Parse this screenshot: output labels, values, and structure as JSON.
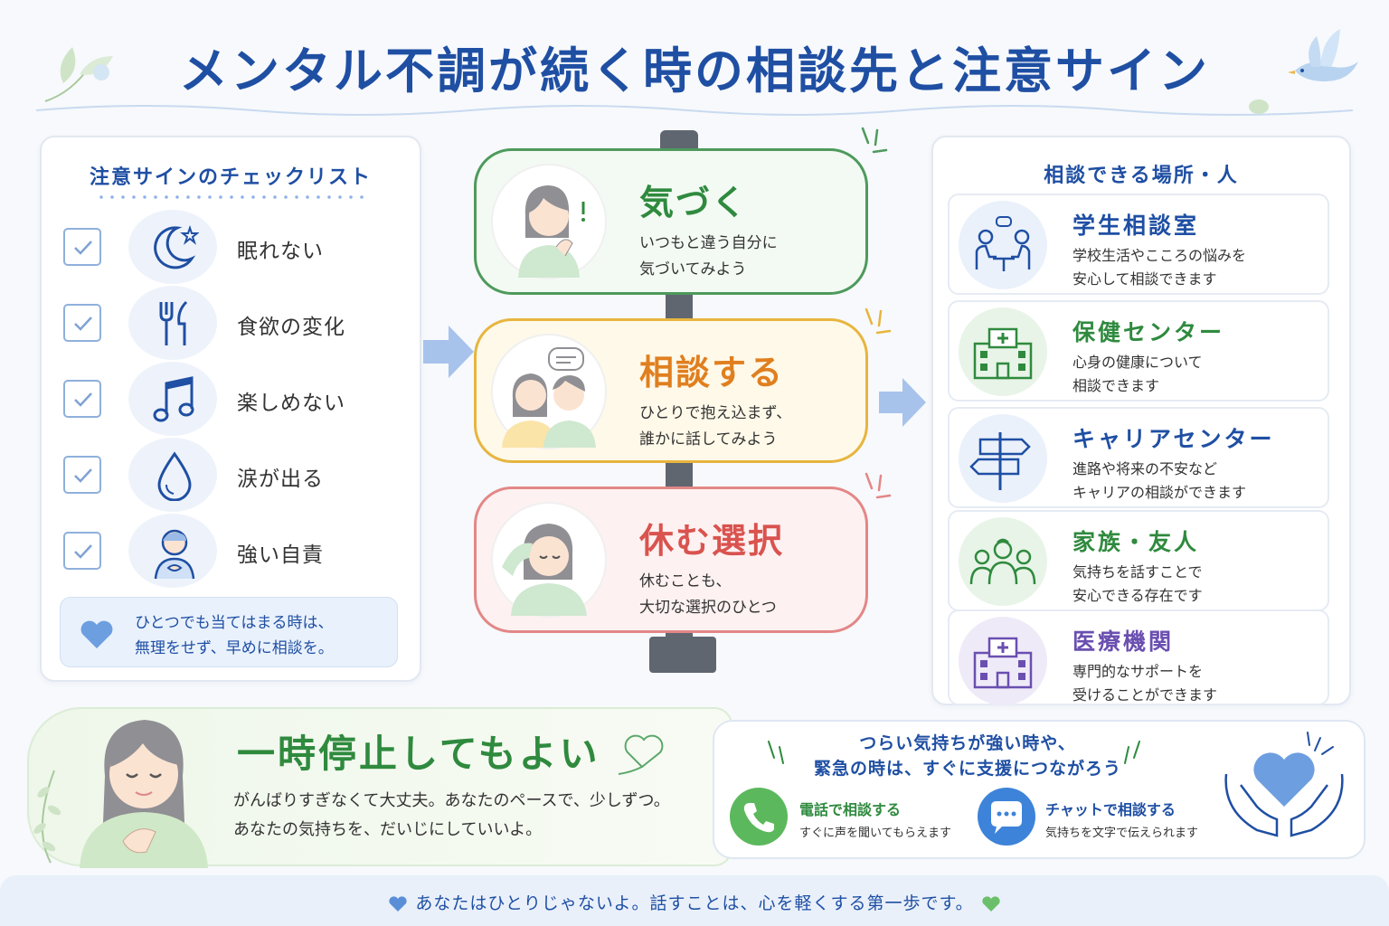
{
  "title": "メンタル不調が続く時の相談先と注意サイン",
  "checklist": {
    "heading": "注意サインのチェックリスト",
    "items": [
      {
        "label": "眠れない",
        "icon": "moon-star-icon"
      },
      {
        "label": "食欲の変化",
        "icon": "fork-knife-icon"
      },
      {
        "label": "楽しめない",
        "icon": "music-note-icon"
      },
      {
        "label": "涙が出る",
        "icon": "tear-drop-icon"
      },
      {
        "label": "強い自責",
        "icon": "worried-person-icon"
      }
    ],
    "note": [
      "ひとつでも当てはまる時は、",
      "無理をせず、早めに相談を。"
    ]
  },
  "signs": [
    {
      "title": "気づく",
      "desc": [
        "いつもと違う自分に",
        "気づいてみよう"
      ],
      "color": "#2f8a3e"
    },
    {
      "title": "相談する",
      "desc": [
        "ひとりで抱え込まず、",
        "誰かに話してみよう"
      ],
      "color": "#e07f1f"
    },
    {
      "title": "休む選択",
      "desc": [
        "休むことも、",
        "大切な選択のひとつ"
      ],
      "color": "#d9534f"
    }
  ],
  "consult": {
    "heading": "相談できる場所・人",
    "items": [
      {
        "title": "学生相談室",
        "desc": [
          "学校生活やこころの悩みを",
          "安心して相談できます"
        ],
        "color": "#1f4fa3",
        "icon": "counseling-icon"
      },
      {
        "title": "保健センター",
        "desc": [
          "心身の健康について",
          "相談できます"
        ],
        "color": "#2f8a3e",
        "icon": "health-center-icon"
      },
      {
        "title": "キャリアセンター",
        "desc": [
          "進路や将来の不安など",
          "キャリアの相談ができます"
        ],
        "color": "#1f4fa3",
        "icon": "signpost-icon"
      },
      {
        "title": "家族・友人",
        "desc": [
          "気持ちを話すことで",
          "安心できる存在です"
        ],
        "color": "#2f8a3e",
        "icon": "people-icon"
      },
      {
        "title": "医療機関",
        "desc": [
          "専門的なサポートを",
          "受けることができます"
        ],
        "color": "#6a4fb0",
        "icon": "hospital-icon"
      }
    ]
  },
  "rest": {
    "title": "一時停止してもよい",
    "text": [
      "がんばりすぎなくて大丈夫。あなたのペースで、少しずつ。",
      "あなたの気持ちを、だいじにしていいよ。"
    ]
  },
  "help": {
    "lead": [
      "つらい気持ちが強い時や、",
      "緊急の時は、すぐに支援につながろう"
    ],
    "phone": {
      "title": "電話で相談する",
      "sub": "すぐに声を聞いてもらえます"
    },
    "chat": {
      "title": "チャットで相談する",
      "sub": "気持ちを文字で伝えられます"
    }
  },
  "footer": "あなたはひとりじゃないよ。話すことは、心を軽くする第一歩です。"
}
